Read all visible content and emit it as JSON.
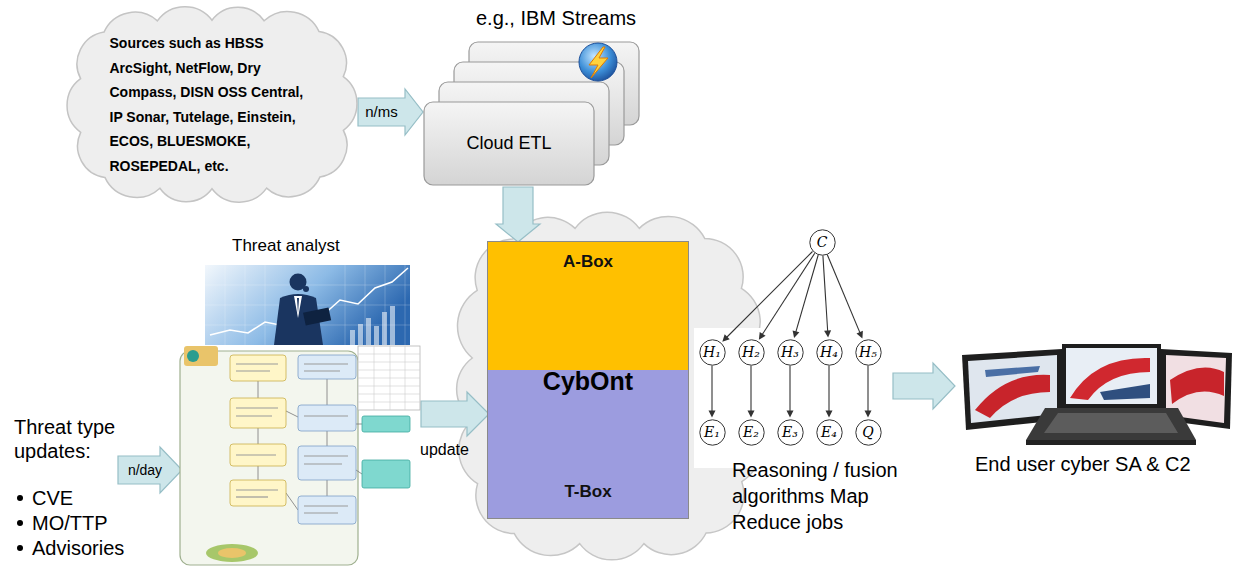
{
  "diagram": {
    "nodes": [
      {
        "text": [
          "Sources such as HBSS ArcSight, NetFlow, Dry Compass, DISN OSS Central, IP Sonar, Tutelage, Einstein, ECOS, BLUESMOKE, ROSEPEDAL, etc."
        ]
      },
      {
        "text": [
          "Cloud ETL"
        ]
      },
      {
        "text": [
          "CybOnt"
        ]
      },
      {
        "text": [
          "A-Box"
        ],
        "in": 2
      },
      {
        "text": [
          "T-Box"
        ],
        "in": 2
      },
      {
        "text": [
          "C"
        ]
      },
      {
        "text": [
          "H₁"
        ]
      },
      {
        "text": [
          "H₂"
        ]
      },
      {
        "text": [
          "H₃"
        ]
      },
      {
        "text": [
          "H₄"
        ]
      },
      {
        "text": [
          "H₅"
        ]
      },
      {
        "text": [
          "E₁"
        ]
      },
      {
        "text": [
          "E₂"
        ]
      },
      {
        "text": [
          "E₃"
        ]
      },
      {
        "text": [
          "E₄"
        ]
      },
      {
        "text": [
          "Q"
        ]
      }
    ],
    "edges": [
      {
        "from": 0,
        "to": 1,
        "arrow": "to",
        "label": "n/ms"
      },
      {
        "from": 1,
        "to": 2,
        "arrow": "to"
      },
      {
        "from": 5,
        "to": 6,
        "arrow": "to"
      },
      {
        "from": 5,
        "to": 7,
        "arrow": "to"
      },
      {
        "from": 5,
        "to": 8,
        "arrow": "to"
      },
      {
        "from": 5,
        "to": 9,
        "arrow": "to"
      },
      {
        "from": 5,
        "to": 10,
        "arrow": "to"
      },
      {
        "from": 6,
        "to": 11,
        "arrow": "to"
      },
      {
        "from": 7,
        "to": 12,
        "arrow": "to"
      },
      {
        "from": 8,
        "to": 13,
        "arrow": "to"
      },
      {
        "from": 9,
        "to": 14,
        "arrow": "to"
      },
      {
        "from": 10,
        "to": 15,
        "arrow": "to"
      }
    ],
    "labels": [
      "e.g., IBM Streams",
      "Threat analyst",
      "Threat type updates:",
      "CVE",
      "MO/TTP",
      "Advisories",
      "n/day",
      "update",
      "Reasoning / fusion algorithms Map Reduce jobs",
      "End user cyber SA & C2"
    ]
  }
}
